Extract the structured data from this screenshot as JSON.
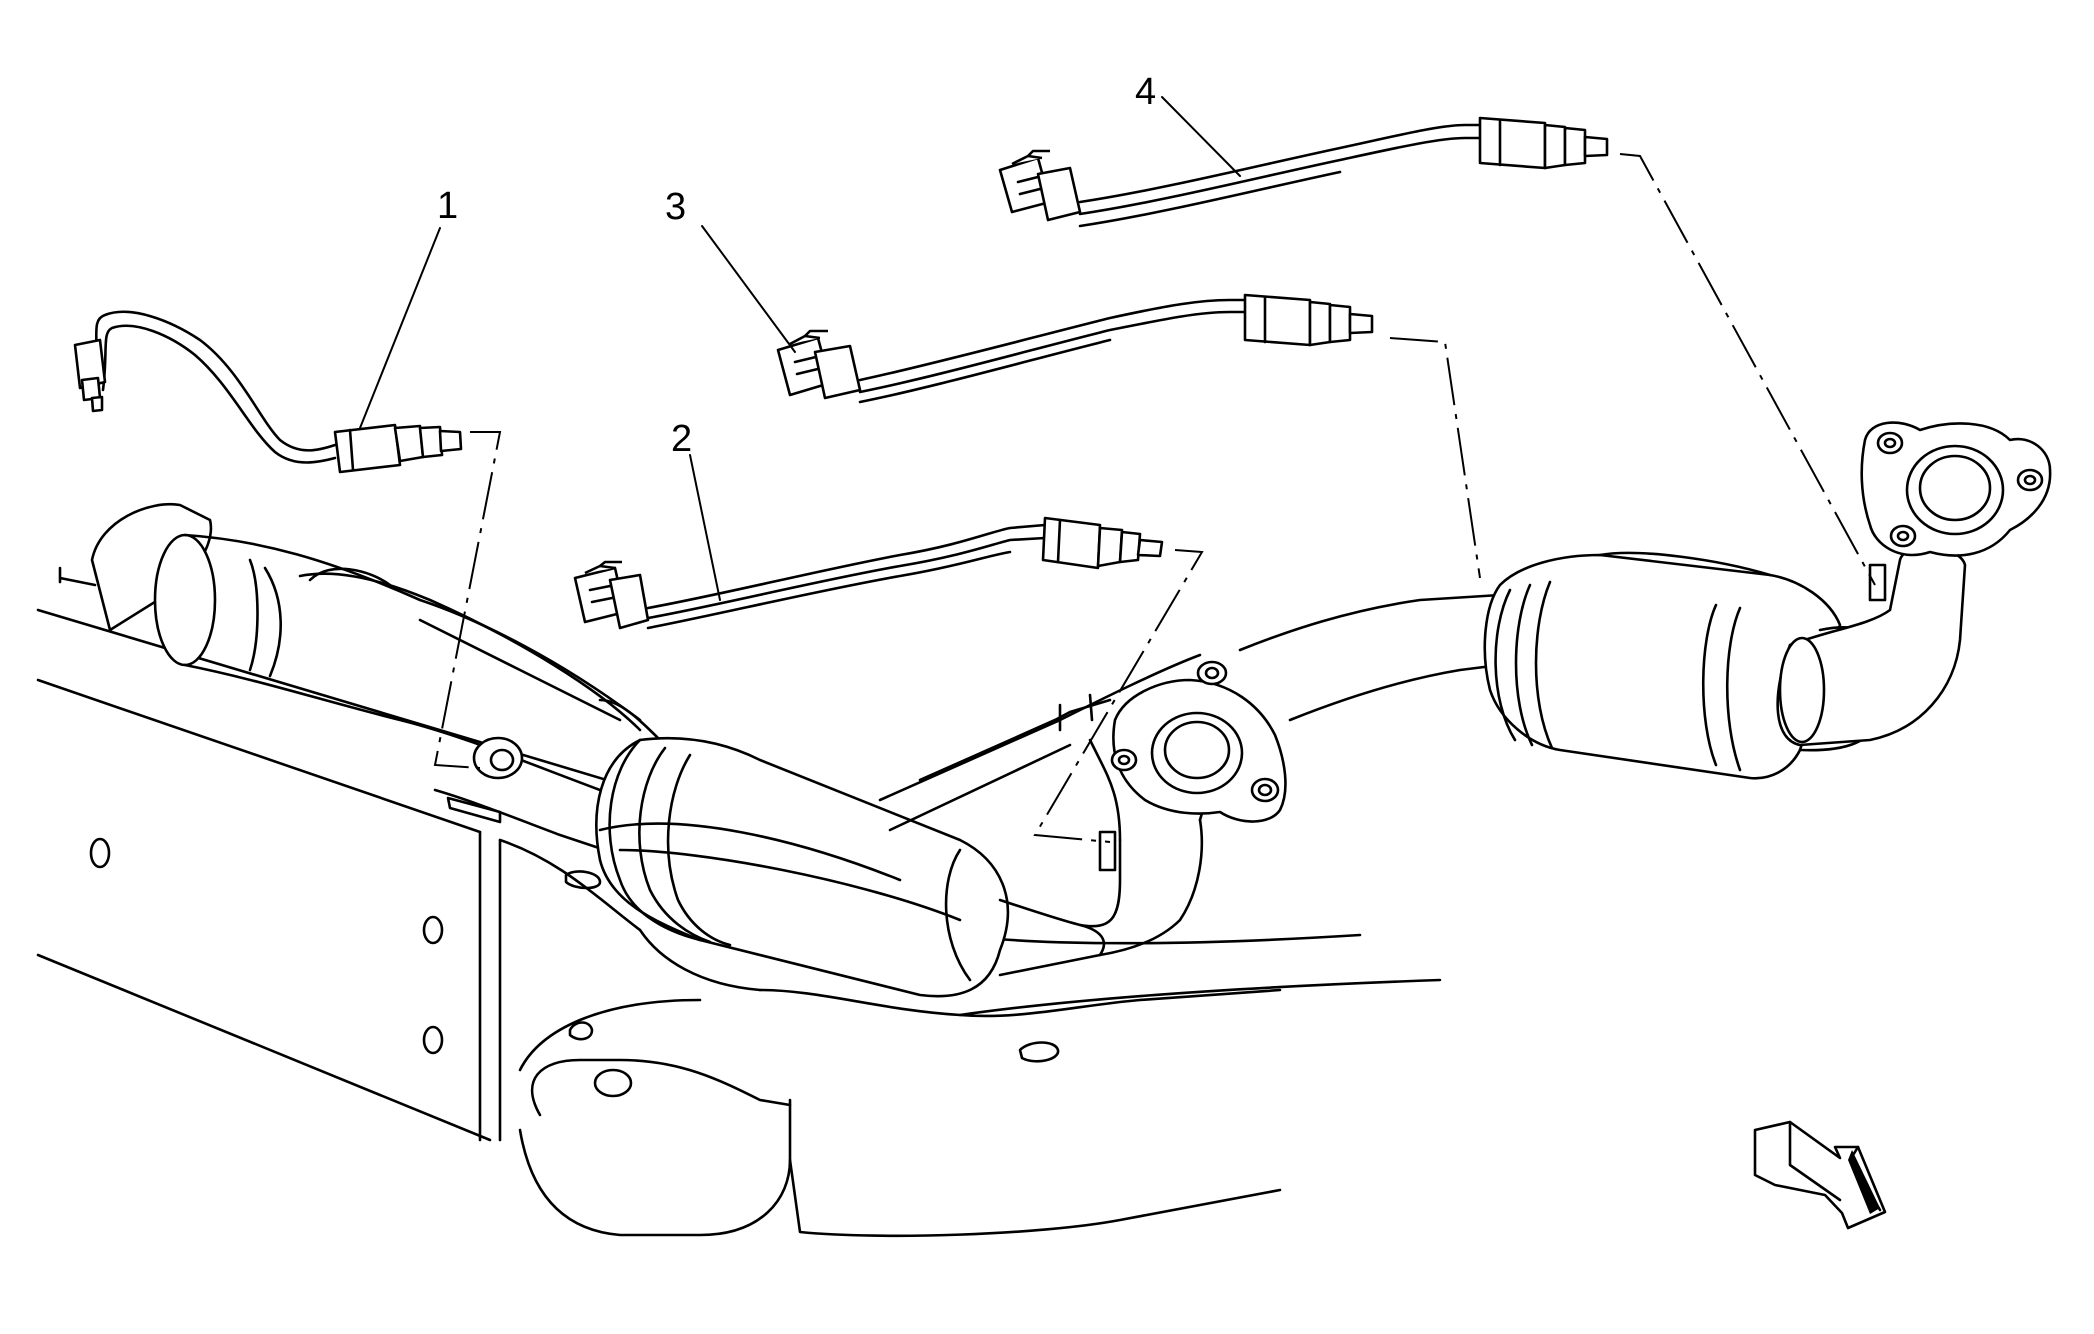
{
  "diagram": {
    "callouts": [
      {
        "id": "1",
        "label": "1"
      },
      {
        "id": "2",
        "label": "2"
      },
      {
        "id": "3",
        "label": "3"
      },
      {
        "id": "4",
        "label": "4"
      }
    ],
    "direction_indicator_icon": "front-direction-arrow-icon"
  }
}
